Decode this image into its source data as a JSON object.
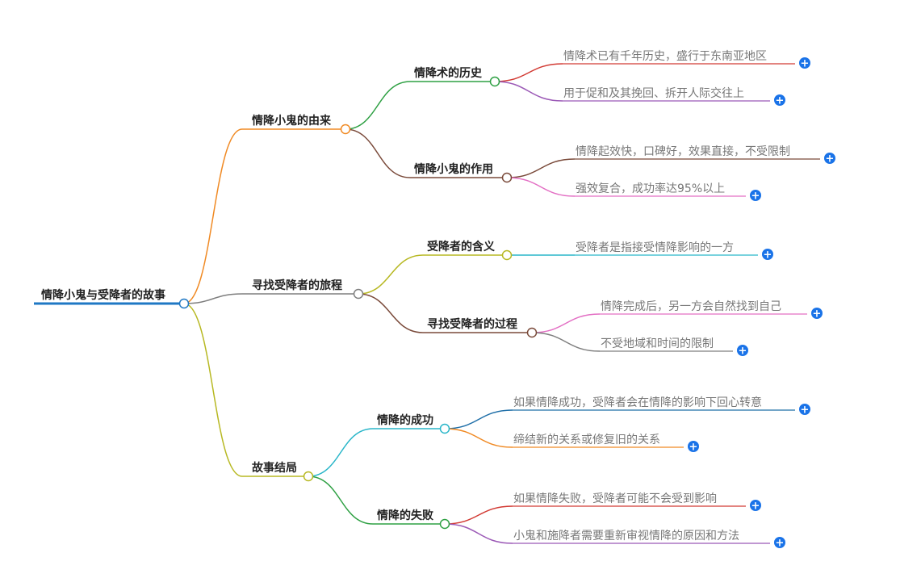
{
  "root": {
    "label": "情降小鬼与受降者的故事",
    "color": "#1f78c4"
  },
  "branches": [
    {
      "label": "情降小鬼的由来",
      "color": "#f08a24",
      "children": [
        {
          "label": "情降术的历史",
          "color": "#2ea043",
          "leaves": [
            {
              "label": "情降术已有千年历史，盛行于东南亚地区",
              "color": "#d23b34"
            },
            {
              "label": "用于促和及其挽回、拆开人际交往上",
              "color": "#9b59b6"
            }
          ]
        },
        {
          "label": "情降小鬼的作用",
          "color": "#7a4a3a",
          "leaves": [
            {
              "label": "情降起效快，口碑好，效果直接，不受限制",
              "color": "#7a4a3a"
            },
            {
              "label": "强效复合，成功率达95%以上",
              "color": "#e36fc4"
            }
          ]
        }
      ]
    },
    {
      "label": "寻找受降者的旅程",
      "color": "#7f7f7f",
      "children": [
        {
          "label": "受降者的含义",
          "color": "#b7b822",
          "leaves": [
            {
              "label": "受降者是指接受情降影响的一方",
              "color": "#29b6c9"
            }
          ]
        },
        {
          "label": "寻找受降者的过程",
          "color": "#7a4a3a",
          "leaves": [
            {
              "label": "情降完成后，另一方会自然找到自己",
              "color": "#e36fc4"
            },
            {
              "label": "不受地域和时间的限制",
              "color": "#7f7f7f"
            }
          ]
        }
      ]
    },
    {
      "label": "故事结局",
      "color": "#b7b822",
      "children": [
        {
          "label": "情降的成功",
          "color": "#29b6c9",
          "leaves": [
            {
              "label": "如果情降成功，受降者会在情降的影响下回心转意",
              "color": "#1f6fa8"
            },
            {
              "label": "缔结新的关系或修复旧的关系",
              "color": "#f08a24"
            }
          ]
        },
        {
          "label": "情降的失败",
          "color": "#2ea043",
          "leaves": [
            {
              "label": "如果情降失败，受降者可能不会受到影响",
              "color": "#d23b34"
            },
            {
              "label": "小鬼和施降者需要重新审视情降的原因和方法",
              "color": "#9b59b6"
            }
          ]
        }
      ]
    }
  ],
  "expand_icon": {
    "glyph": "+",
    "color": "#1a73e8",
    "icon": "plus-circle-icon"
  }
}
